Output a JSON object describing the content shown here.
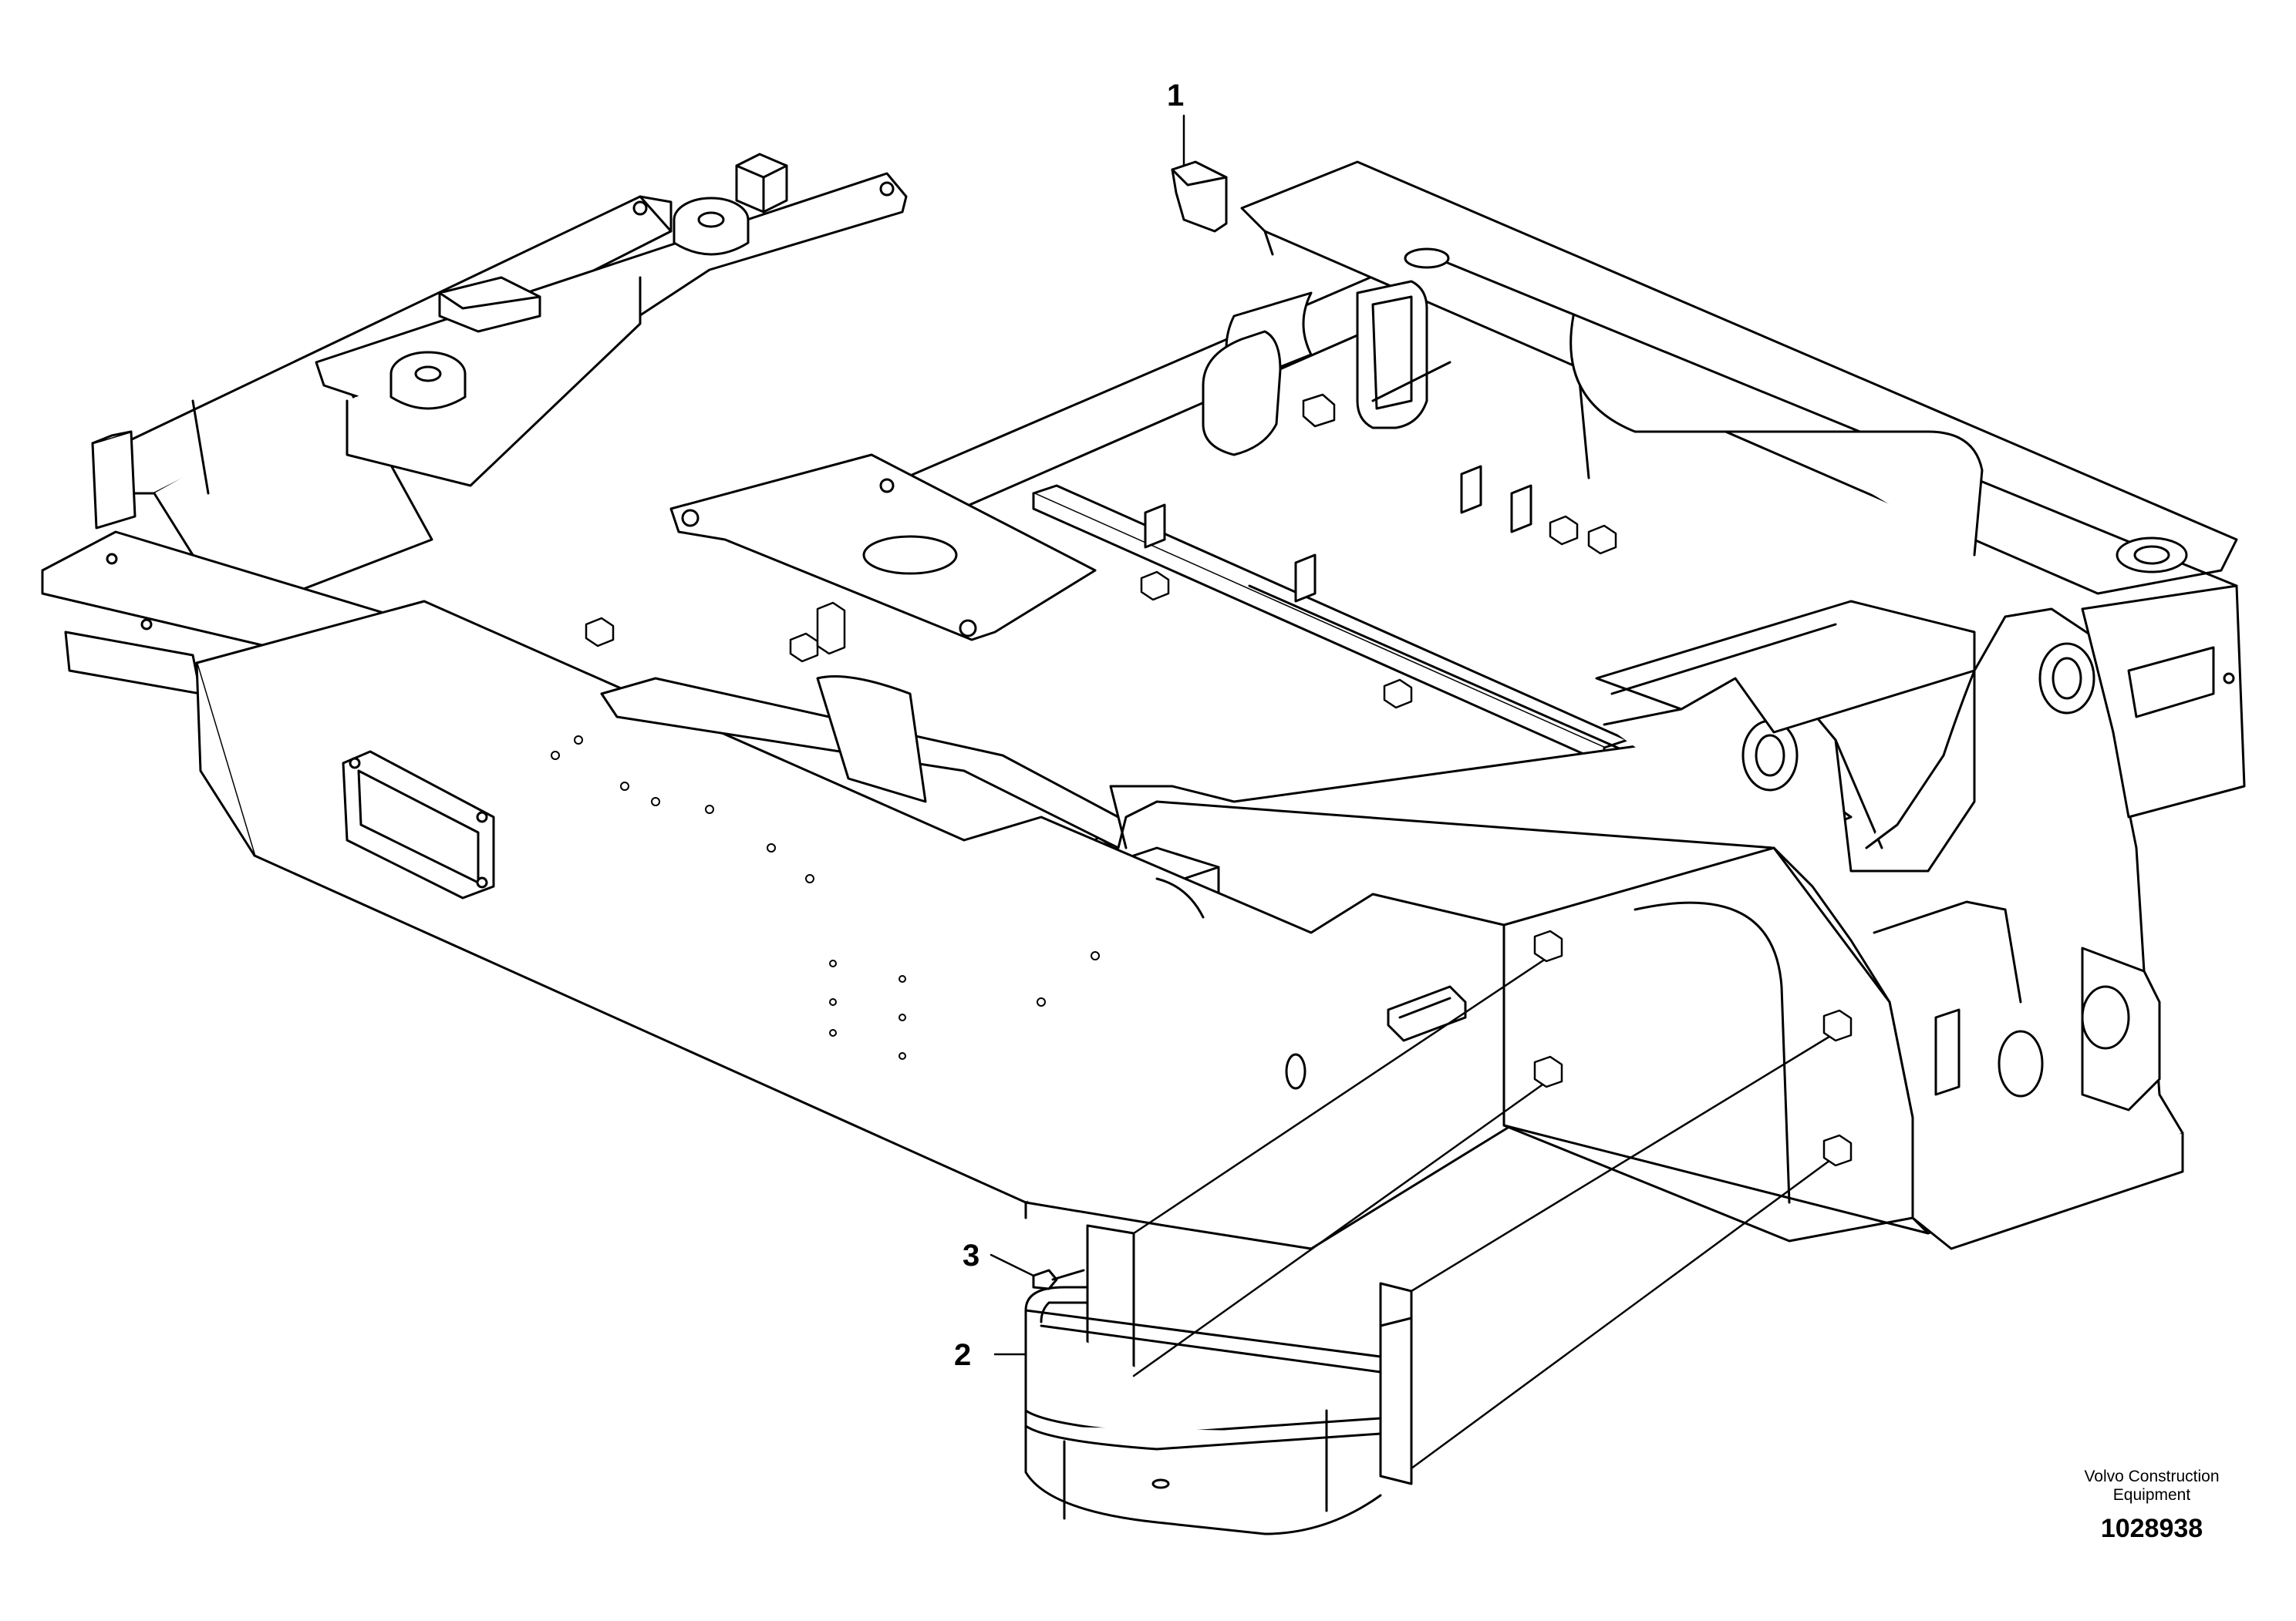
{
  "callouts": [
    {
      "id": "1",
      "label": "1"
    },
    {
      "id": "2",
      "label": "2"
    },
    {
      "id": "3",
      "label": "3"
    }
  ],
  "caption": {
    "manufacturer_line1": "Volvo Construction",
    "manufacturer_line2": "Equipment",
    "drawing_number": "1028938"
  },
  "colors": {
    "line": "#000000",
    "background": "#ffffff"
  }
}
